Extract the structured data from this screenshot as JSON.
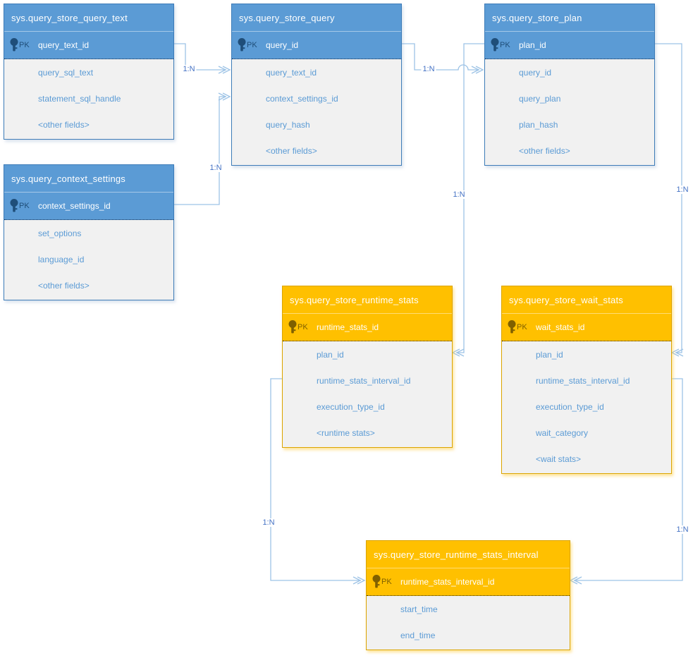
{
  "tables": {
    "query_store_query_text": {
      "name": "sys.query_store_query_text",
      "pk_badge": "PK",
      "pk_field": "query_text_id",
      "fields": [
        "query_sql_text",
        "statement_sql_handle",
        "<other fields>"
      ]
    },
    "query_store_query": {
      "name": "sys.query_store_query",
      "pk_badge": "PK",
      "pk_field": "query_id",
      "fields": [
        "query_text_id",
        "context_settings_id",
        "query_hash",
        "<other fields>"
      ]
    },
    "query_store_plan": {
      "name": "sys.query_store_plan",
      "pk_badge": "PK",
      "pk_field": "plan_id",
      "fields": [
        "query_id",
        "query_plan",
        "plan_hash",
        "<other fields>"
      ]
    },
    "query_context_settings": {
      "name": "sys.query_context_settings",
      "pk_badge": "PK",
      "pk_field": "context_settings_id",
      "fields": [
        "set_options",
        "language_id",
        "<other fields>"
      ]
    },
    "query_store_runtime_stats": {
      "name": "sys.query_store_runtime_stats",
      "pk_badge": "PK",
      "pk_field": "runtime_stats_id",
      "fields": [
        "plan_id",
        "runtime_stats_interval_id",
        "execution_type_id",
        "<runtime stats>"
      ]
    },
    "query_store_wait_stats": {
      "name": "sys.query_store_wait_stats",
      "pk_badge": "PK",
      "pk_field": "wait_stats_id",
      "fields": [
        "plan_id",
        "runtime_stats_interval_id",
        "execution_type_id",
        "wait_category",
        "<wait stats>"
      ]
    },
    "query_store_runtime_stats_interval": {
      "name": "sys.query_store_runtime_stats_interval",
      "pk_badge": "PK",
      "pk_field": "runtime_stats_interval_id",
      "fields": [
        "start_time",
        "end_time"
      ]
    }
  },
  "relationships": [
    {
      "from": "sys.query_store_query_text.query_text_id",
      "to": "sys.query_store_query.query_text_id",
      "label": "1:N"
    },
    {
      "from": "sys.query_context_settings.context_settings_id",
      "to": "sys.query_store_query.context_settings_id",
      "label": "1:N"
    },
    {
      "from": "sys.query_store_query.query_id",
      "to": "sys.query_store_plan.query_id",
      "label": "1:N"
    },
    {
      "from": "sys.query_store_plan.plan_id",
      "to": "sys.query_store_runtime_stats.plan_id",
      "label": "1:N"
    },
    {
      "from": "sys.query_store_plan.plan_id",
      "to": "sys.query_store_wait_stats.plan_id",
      "label": "1:N"
    },
    {
      "from": "sys.query_store_runtime_stats.runtime_stats_interval_id",
      "to": "sys.query_store_runtime_stats_interval.runtime_stats_interval_id",
      "label": "1:N"
    },
    {
      "from": "sys.query_store_wait_stats.runtime_stats_interval_id",
      "to": "sys.query_store_runtime_stats_interval.runtime_stats_interval_id",
      "label": "1:N"
    }
  ],
  "colors": {
    "blue_header": "#5b9bd5",
    "orange_header": "#ffc000",
    "body_background": "#f1f1f1",
    "field_text": "#5b9bd5",
    "pk_text_blue": "#1f4e79",
    "pk_text_orange": "#7f6000",
    "connector_line": "#9dc3e6",
    "connector_label": "#4472c4"
  }
}
